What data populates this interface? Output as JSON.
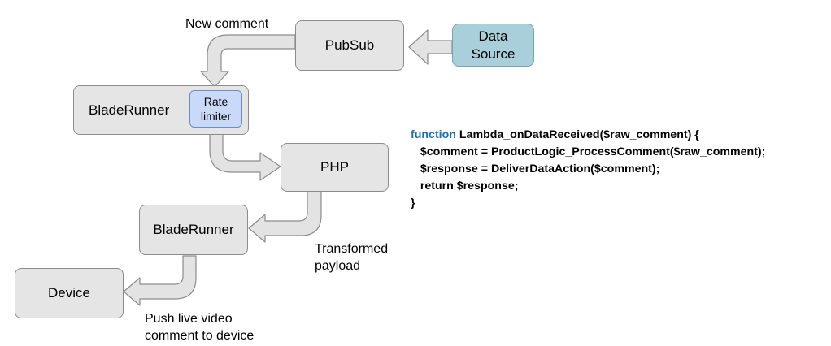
{
  "nodes": {
    "pubsub": "PubSub",
    "data_source": "Data\nSource",
    "bladerunner_top": "BladeRunner",
    "rate_limiter": "Rate\nlimiter",
    "php": "PHP",
    "bladerunner_bottom": "BladeRunner",
    "device": "Device"
  },
  "labels": {
    "new_comment": "New comment",
    "transformed_payload": "Transformed\npayload",
    "push_comment": "Push live video\ncomment to device"
  },
  "code": {
    "keyword": "function",
    "line1_rest": " Lambda_onDataReceived($raw_comment) {",
    "line2": "   $comment = ProductLogic_ProcessComment($raw_comment);",
    "line3": "   $response = DeliverDataAction($comment);",
    "line4": "   return $response;",
    "line5": "}"
  },
  "colors": {
    "box_fill": "#e5e5e6",
    "source_fill": "#a9cfdb",
    "limiter_fill": "#c9daf8",
    "keyword": "#1a6fb0"
  }
}
